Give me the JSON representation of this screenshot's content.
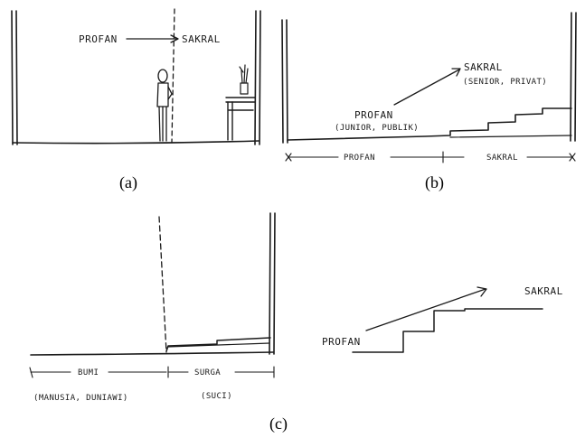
{
  "panel_a": {
    "arrow_from": "PROFAN",
    "arrow_to": "SAKRAL",
    "caption": "(a)"
  },
  "panel_b": {
    "top_label": "SAKRAL",
    "top_sublabel": "(SENIOR, PRIVAT)",
    "bottom_label": "PROFAN",
    "bottom_sublabel": "(JUNIOR, PUBLIK)",
    "dim_left": "PROFAN",
    "dim_right": "SAKRAL",
    "caption": "(b)"
  },
  "panel_c": {
    "dim_left": "BUMI",
    "dim_left_sub": "(MANUSIA, DUNIAWI)",
    "dim_right": "SURGA",
    "dim_right_sub": "(SUCI)",
    "caption": "(c)"
  },
  "panel_d": {
    "low_label": "PROFAN",
    "high_label": "SAKRAL"
  }
}
